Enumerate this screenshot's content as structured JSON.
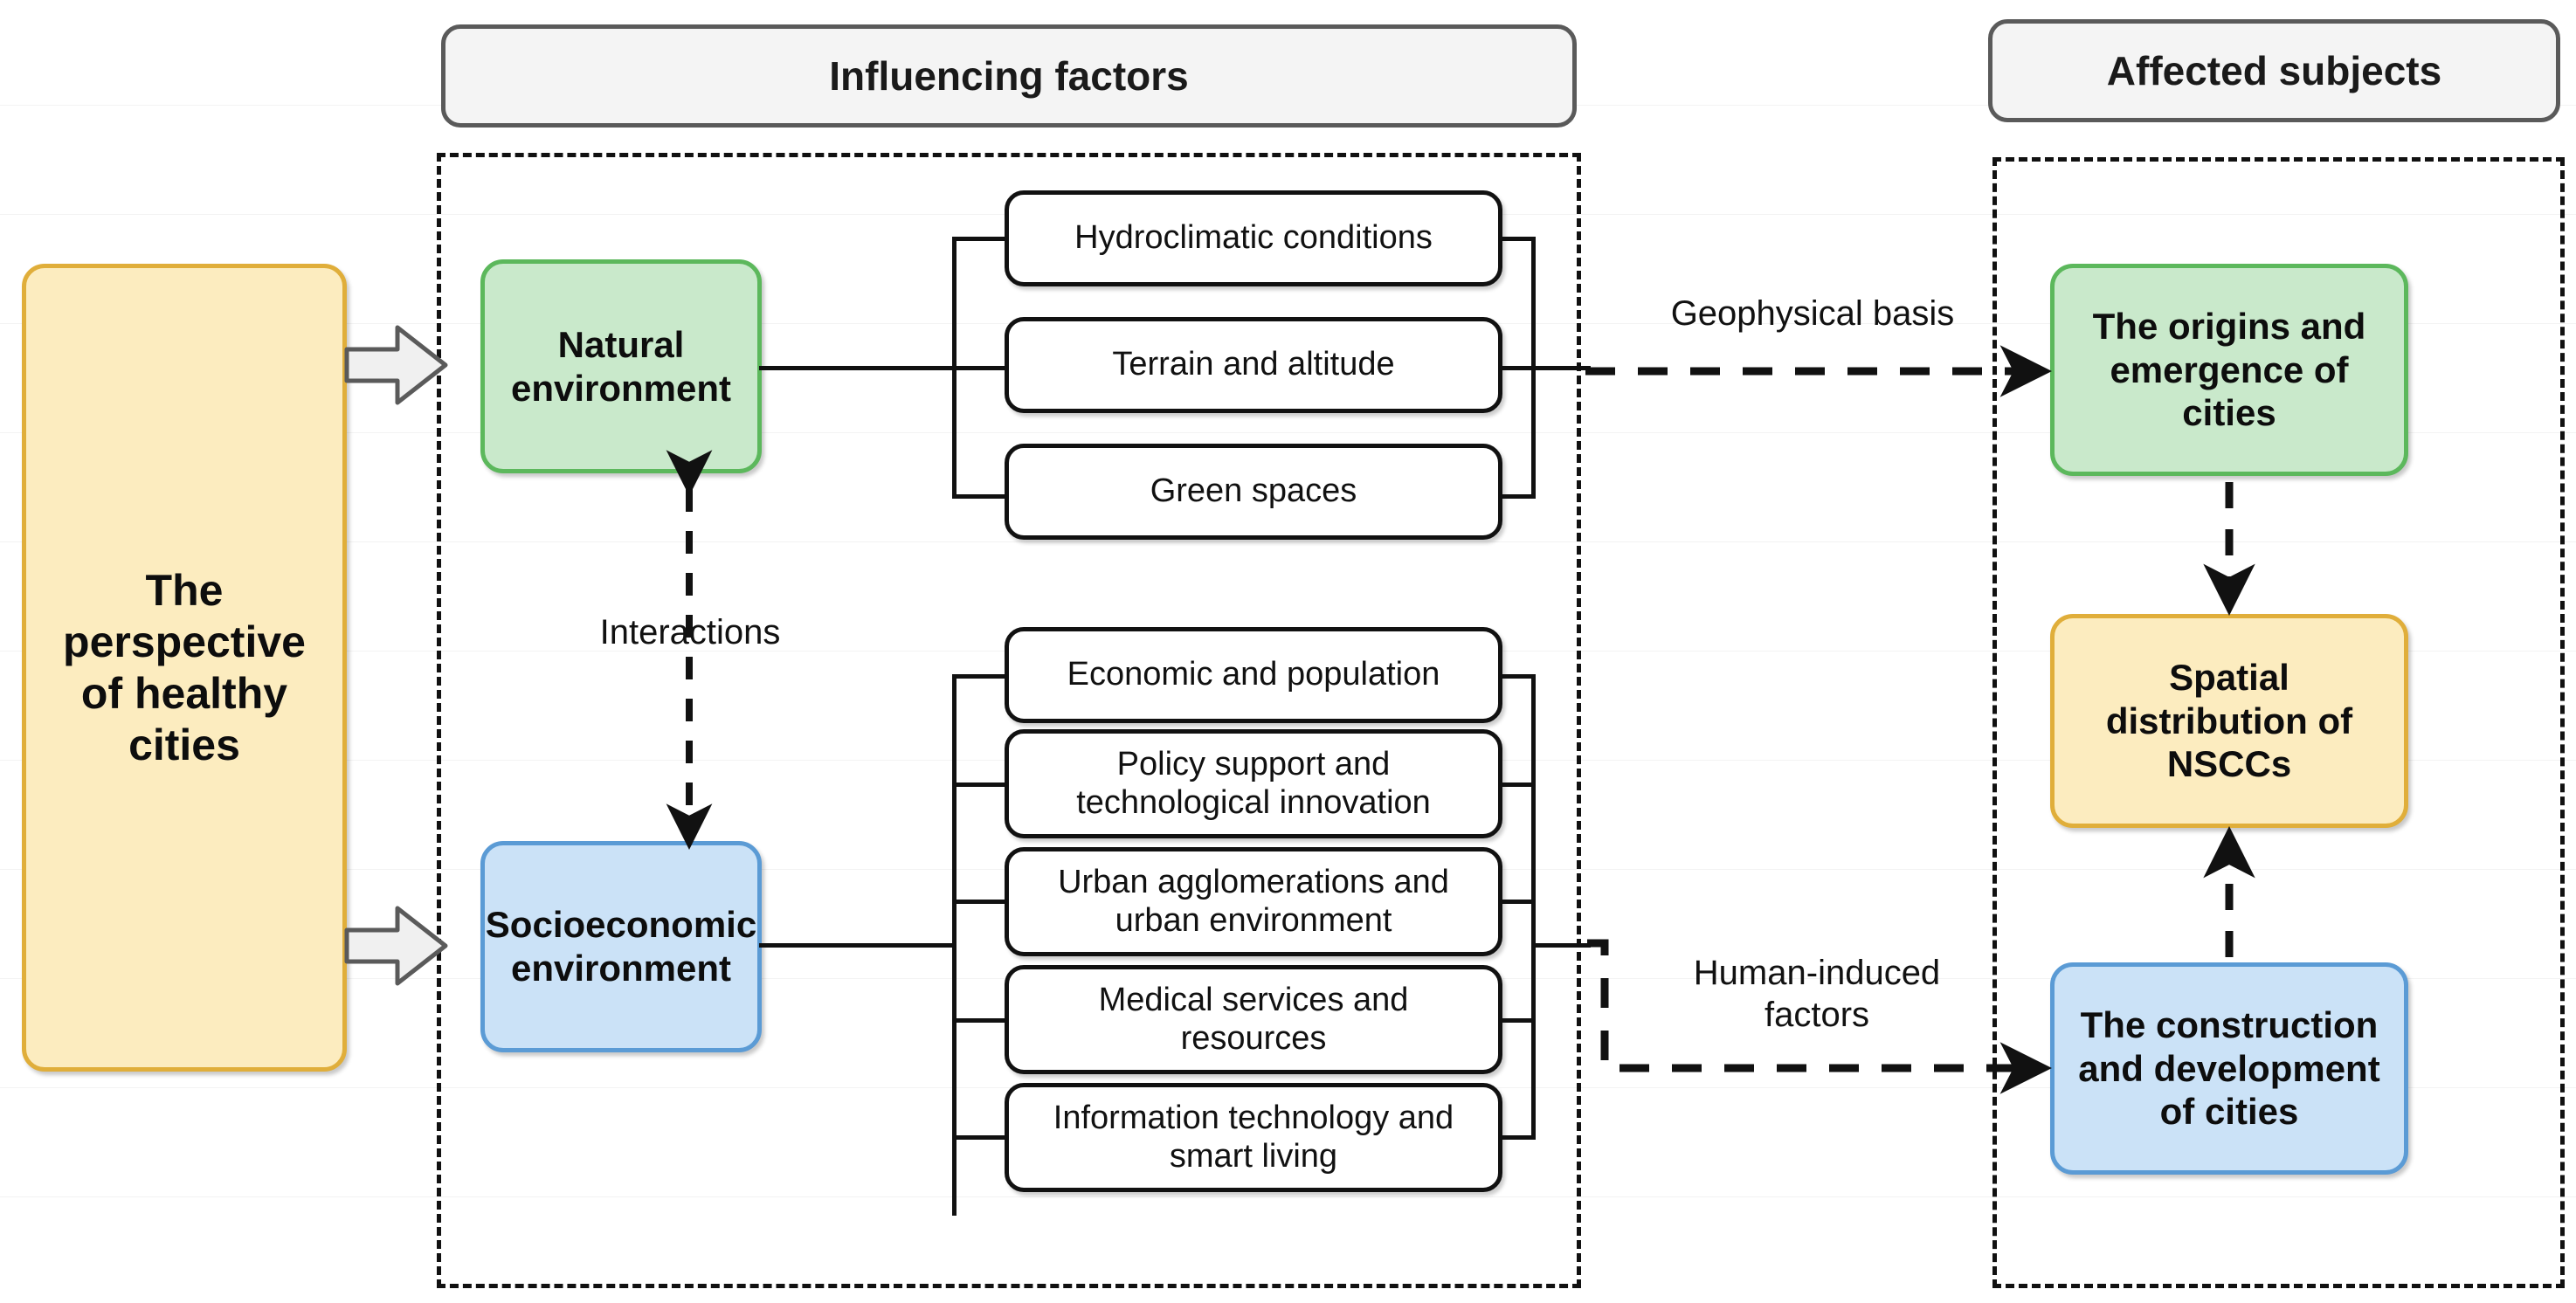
{
  "headers": {
    "influencing_factors": "Influencing factors",
    "affected_subjects": "Affected subjects"
  },
  "source": {
    "label": "The\nperspective\nof healthy\ncities",
    "color": "#fcecbf",
    "border_color": "#e0ae3a"
  },
  "influencing": {
    "natural": {
      "label": "Natural\nenvironment",
      "color": "#c9e9cb",
      "border_color": "#5cb85c",
      "items": [
        "Hydroclimatic conditions",
        "Terrain and altitude",
        "Green spaces"
      ]
    },
    "socioeconomic": {
      "label": "Socioeconomic\nenvironment",
      "color": "#cbe2f7",
      "border_color": "#5b9bd5",
      "items": [
        "Economic and population",
        "Policy support and\ntechnological innovation",
        "Urban agglomerations and\nurban environment",
        "Medical services and\nresources",
        "Information technology and\nsmart living"
      ]
    },
    "interaction_label": "Interactions"
  },
  "links": {
    "geophysical": "Geophysical basis",
    "human_induced": "Human-induced\nfactors"
  },
  "affected": {
    "origins": {
      "label": "The origins and\nemergence of\ncities",
      "color": "#c9e9cb",
      "border_color": "#5cb85c"
    },
    "spatial": {
      "label": "Spatial\ndistribution of\nNSCCs",
      "color": "#fcecbf",
      "border_color": "#e0ae3a"
    },
    "construction": {
      "label": "The construction\nand development\nof cities",
      "color": "#cbe2f7",
      "border_color": "#5b9bd5"
    }
  }
}
